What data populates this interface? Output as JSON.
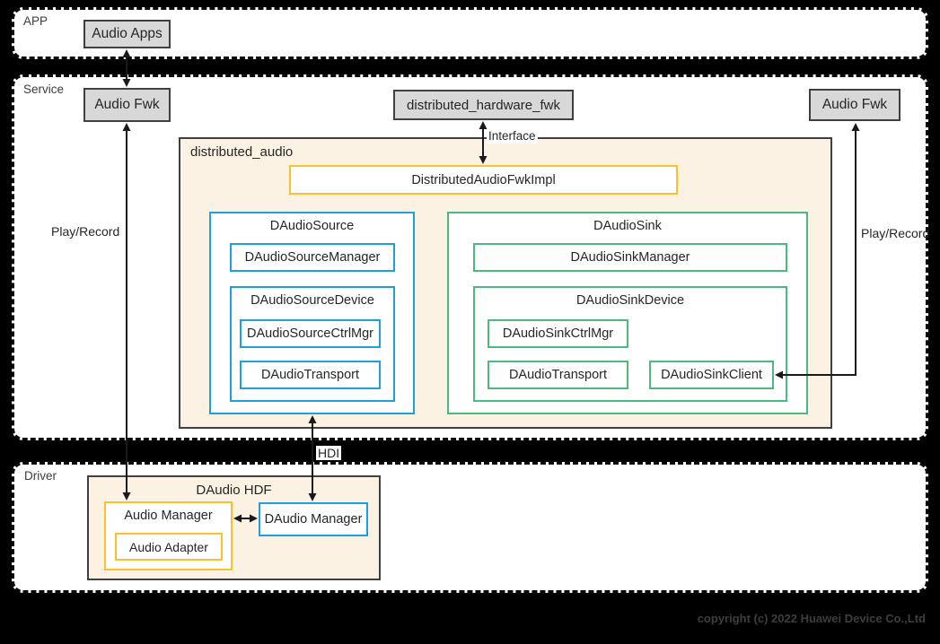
{
  "sections": {
    "app": {
      "label": "APP"
    },
    "service": {
      "label": "Service"
    },
    "driver": {
      "label": "Driver"
    }
  },
  "nodes": {
    "audio_apps": "Audio Apps",
    "audio_fwk_left": "Audio Fwk",
    "audio_fwk_right": "Audio Fwk",
    "distributed_hardware_fwk": "distributed_hardware_fwk",
    "distributed_audio": "distributed_audio",
    "distributed_audio_fwk_impl": "DistributedAudioFwkImpl",
    "daudio_source": "DAudioSource",
    "daudio_source_manager": "DAudioSourceManager",
    "daudio_source_device": "DAudioSourceDevice",
    "daudio_source_ctrl_mgr": "DAudioSourceCtrlMgr",
    "daudio_transport_source": "DAudioTransport",
    "daudio_sink": "DAudioSink",
    "daudio_sink_manager": "DAudioSinkManager",
    "daudio_sink_device": "DAudioSinkDevice",
    "daudio_sink_ctrl_mgr": "DAudioSinkCtrlMgr",
    "daudio_transport_sink": "DAudioTransport",
    "daudio_sink_client": "DAudioSinkClient",
    "daudio_hdf": "DAudio HDF",
    "audio_manager": "Audio Manager",
    "audio_adapter": "Audio Adapter",
    "daudio_manager": "DAudio Manager"
  },
  "edge_labels": {
    "play_record_left": "Play/Record",
    "play_record_right": "Play/Record",
    "interface": "Interface",
    "hdi": "HDI"
  },
  "footer": {
    "copyright": "copyright (c) 2022 Huawei Device Co.,Ltd"
  },
  "colors": {
    "background": "#000000",
    "panel_white": "#ffffff",
    "panel_cream": "#fcf2e3",
    "box_gray": "#d8d8d8",
    "border_dark": "#404040",
    "accent_blue": "#1ea0dd",
    "accent_green": "#4cba7f",
    "accent_yellow": "#fcbf2e",
    "arrow": "#1a1a1a"
  }
}
